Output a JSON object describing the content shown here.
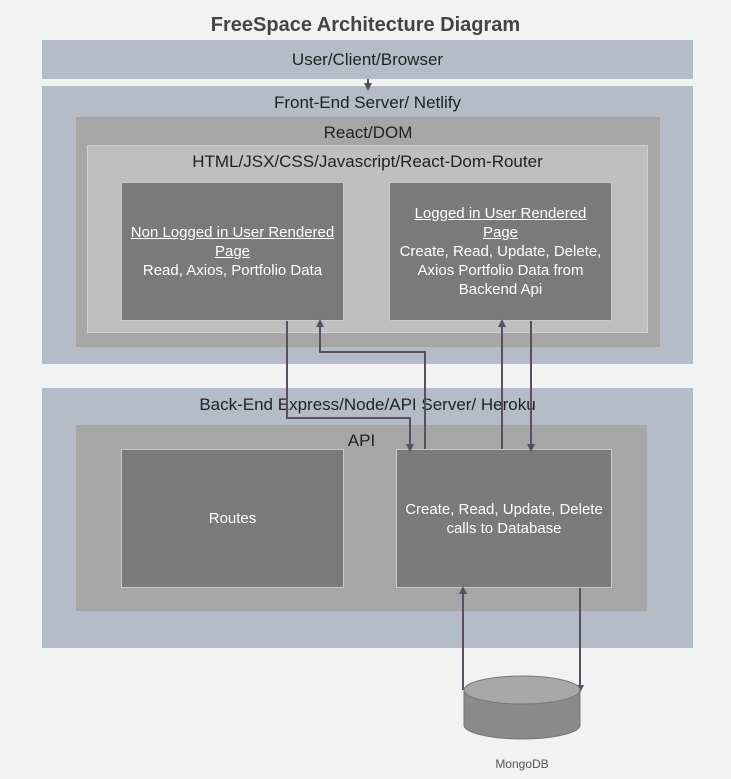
{
  "title": "FreeSpace Architecture Diagram",
  "client": {
    "label": "User/Client/Browser"
  },
  "frontend": {
    "label": "Front-End Server/ Netlify",
    "react": {
      "label": "React/DOM"
    },
    "html": {
      "label": "HTML/JSX/CSS/Javascript/React-Dom-Router"
    },
    "non_logged": {
      "title": "Non Logged in User Rendered Page",
      "desc": "Read, Axios, Portfolio Data"
    },
    "logged": {
      "title": "Logged in User Rendered Page",
      "desc": "Create, Read, Update, Delete, Axios Portfolio Data from Backend Api"
    }
  },
  "backend": {
    "label": "Back-End Express/Node/API Server/ Heroku",
    "api": {
      "label": "API"
    },
    "routes": {
      "label": "Routes"
    },
    "crud": {
      "label": "Create, Read, Update, Delete calls to Database"
    }
  },
  "database": {
    "label": "MongoDB"
  },
  "colors": {
    "band": "#b4bcc8",
    "box_light": "#a6a6a6",
    "box_mid": "#bfbfbf",
    "box_dark": "#7a7a7a",
    "connector": "#5a4f60"
  }
}
